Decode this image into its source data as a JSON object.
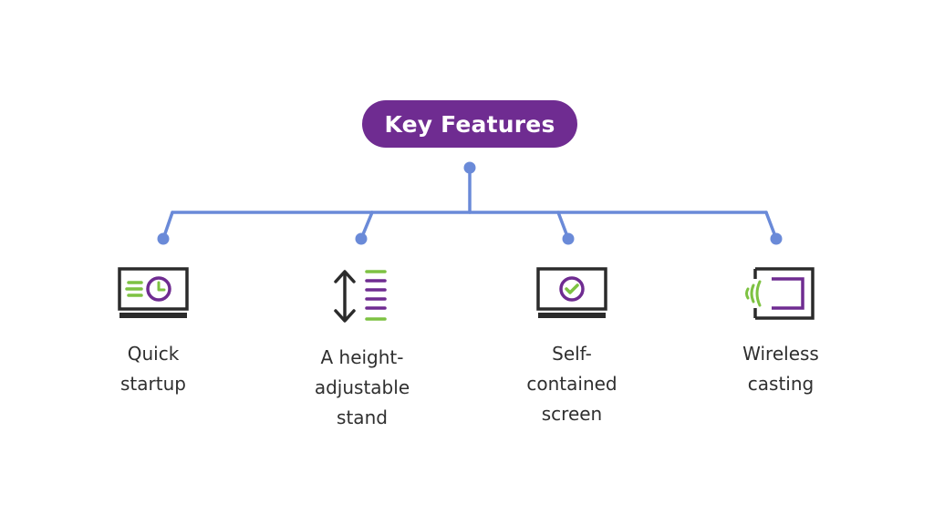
{
  "title": "Key Features",
  "colors": {
    "title_bg": "#6f2c91",
    "connector": "#6a8ad8",
    "icon_dark": "#2b2b2b",
    "accent_green": "#7dc242",
    "accent_purple": "#6f2c91"
  },
  "features": [
    {
      "label": "Quick\nstartup",
      "icon": "monitor-clock-icon"
    },
    {
      "label": "A height-\nadjustable\nstand",
      "icon": "height-adjust-icon"
    },
    {
      "label": "Self-\ncontained\nscreen",
      "icon": "monitor-check-icon"
    },
    {
      "label": "Wireless\ncasting",
      "icon": "wireless-cast-icon"
    }
  ]
}
